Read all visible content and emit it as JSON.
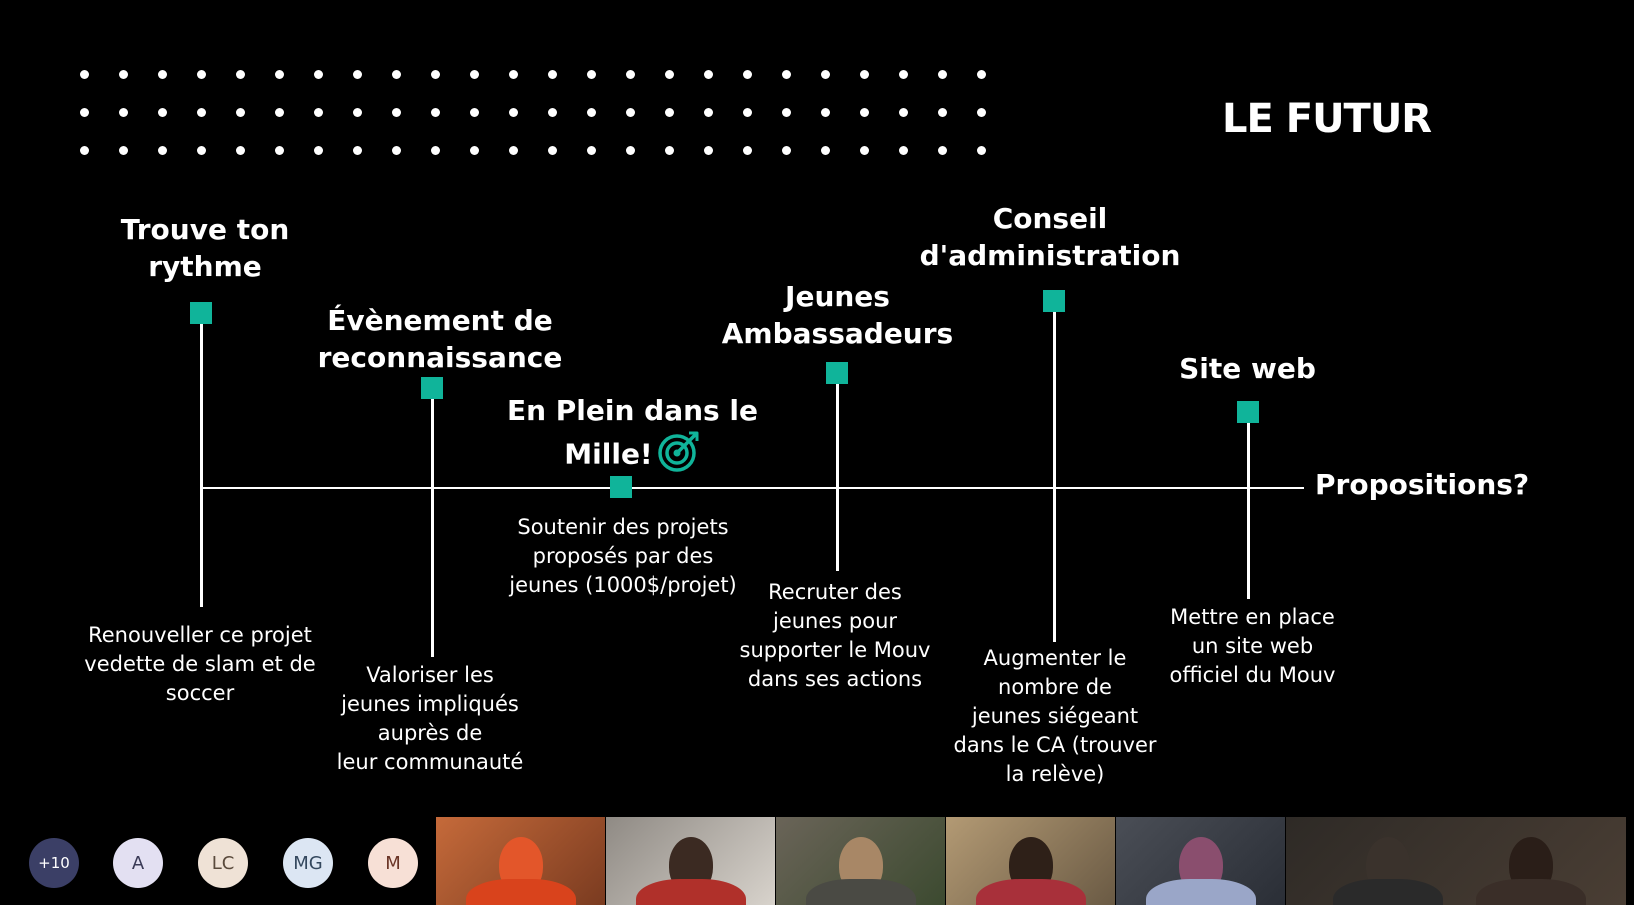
{
  "slide": {
    "title": "LE FUTUR",
    "end_label": "Propositions?",
    "milestones": [
      {
        "title_l1": "Trouve ton",
        "title_l2": "rythme",
        "desc": [
          "Renouveller ce projet",
          "vedette de slam et de",
          "soccer"
        ]
      },
      {
        "title_l1": "Évènement de",
        "title_l2": "reconnaissance",
        "desc": [
          "Valoriser les",
          "jeunes impliqués",
          "auprès de",
          "leur communauté"
        ]
      },
      {
        "title_l1": "En Plein dans le",
        "title_l2": "Mille!",
        "desc": [
          "Soutenir des projets",
          "proposés par des",
          "jeunes (1000$/projet)"
        ]
      },
      {
        "title_l1": "Jeunes",
        "title_l2": "Ambassadeurs",
        "desc": [
          "Recruter des",
          "jeunes pour",
          "supporter le Mouv",
          "dans ses actions"
        ]
      },
      {
        "title_l1": "Conseil",
        "title_l2": "d'administration",
        "desc": [
          "Augmenter le",
          "nombre de",
          "jeunes siégeant",
          "dans le CA (trouver",
          "la relève)"
        ]
      },
      {
        "title_l1": "Site web",
        "desc": [
          "Mettre en place",
          "un site web",
          "officiel du Mouv"
        ]
      }
    ]
  },
  "colors": {
    "accent": "#10b49a",
    "background": "#000000"
  },
  "icons": {
    "target": "target-icon"
  },
  "participants": {
    "more_count": "+10",
    "avatars": [
      {
        "initials": "A",
        "bg": "#e3e0f2",
        "fg": "#3a3a56"
      },
      {
        "initials": "LC",
        "bg": "#efe2d6",
        "fg": "#5a4a3c"
      },
      {
        "initials": "MG",
        "bg": "#dce6f3",
        "fg": "#34485e"
      },
      {
        "initials": "M",
        "bg": "#f7e0d6",
        "fg": "#6a3426"
      }
    ],
    "video_tiles": 6
  }
}
